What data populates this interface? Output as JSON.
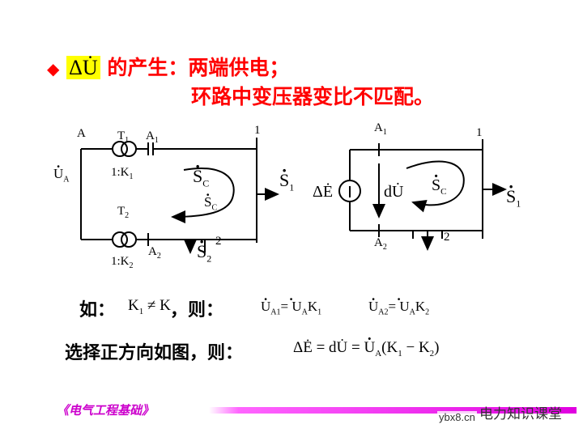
{
  "heading": {
    "bullet": "◆",
    "symbol": "ΔU̇",
    "line1": "的产生：两端供电；",
    "line2": "环路中变压器变比不匹配。"
  },
  "left_circuit": {
    "node_a": "A",
    "ua": "U",
    "ua_sub": "A",
    "t1": "T",
    "t1_sub": "1",
    "ratio1": "1:K",
    "ratio1_sub": "1",
    "t2": "T",
    "t2_sub": "2",
    "ratio2": "1:K",
    "ratio2_sub": "2",
    "a1": "A",
    "a1_sub": "1",
    "a2": "A",
    "a2_sub": "2",
    "bus1": "1",
    "bus2": "2",
    "sc_big": "S",
    "sc_big_sub": "C",
    "sc_small": "S",
    "sc_small_sub": "C",
    "s1": "S",
    "s1_sub": "1",
    "s2": "S",
    "s2_sub": "2"
  },
  "right_circuit": {
    "a1": "A",
    "a1_sub": "1",
    "a2": "A",
    "a2_sub": "2",
    "bus1": "1",
    "bus2": "2",
    "de": "ΔĖ",
    "du": "dU̇",
    "sc": "S",
    "sc_sub": "C",
    "s1": "S",
    "s1_sub": "1"
  },
  "condition": {
    "label": "如：",
    "ineq_k1": "K",
    "ineq_k1_sub": "1",
    "ineq_op": " ≠ K",
    "then": "，则：",
    "eq1_lhs": "U",
    "eq1_lhs_sub": "A1",
    "eq1_mid": " = U",
    "eq1_mid_sub": "A",
    "eq1_k": "K",
    "eq1_k_sub": "1",
    "eq2_lhs": "U",
    "eq2_lhs_sub": "A2",
    "eq2_mid": " = U",
    "eq2_mid_sub": "A",
    "eq2_k": "K",
    "eq2_k_sub": "2"
  },
  "direction": {
    "label": "选择正方向如图，则：",
    "eq_lhs": "ΔĖ = dU̇ = ",
    "eq_u": "U",
    "eq_u_sub": "A",
    "eq_paren_open": "(K",
    "eq_k1_sub": "1",
    "eq_minus": " − K",
    "eq_k2_sub": "2",
    "eq_paren_close": ")"
  },
  "footer": {
    "course": "《电气工程基础》",
    "watermark_logo": "ybx8.cn",
    "watermark_text": "电力知识课堂"
  },
  "colors": {
    "heading": "#ff0000",
    "highlight": "#ffff00",
    "footer_text": "#cc00cc",
    "bar_end": "#e000e0"
  }
}
